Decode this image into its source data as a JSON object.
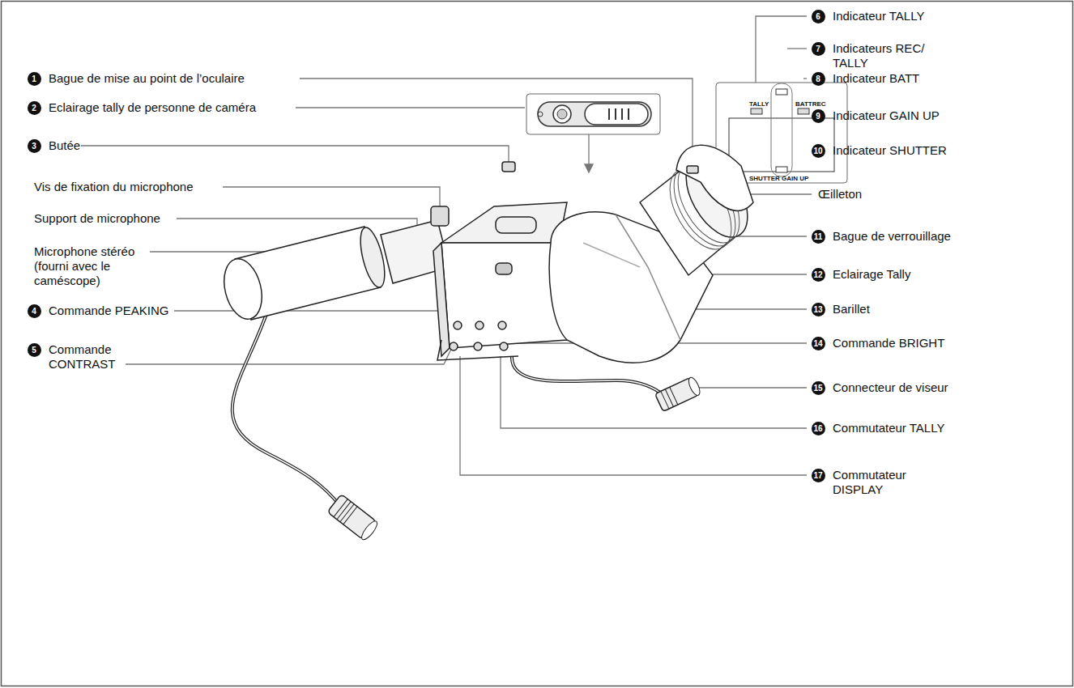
{
  "diagram": {
    "labels": [
      "1",
      "Bague de mise au point de l’oculaire",
      "2",
      "Eclairage tally de personne de caméra",
      "3",
      "Butée",
      "Vis de fixation du microphone",
      "Support de microphone",
      "Microphone stéréo (fourni avec le caméscope)",
      "4",
      "Commande PEAKING",
      "5",
      "Commande CONTRAST",
      "6",
      "Indicateur TALLY",
      "7",
      "Indicateurs REC/ TALLY",
      "8",
      "Indicateur BATT",
      "9",
      "Indicateur GAIN UP",
      "10",
      "Indicateur SHUTTER",
      "Œilleton",
      "11",
      "Bague de verrouillage",
      "12",
      "Eclairage Tally",
      "13",
      "Barillet",
      "14",
      "Commande BRIGHT",
      "15",
      "Connecteur de viseur",
      "16",
      "Commutateur TALLY",
      "17",
      "Commutateur DISPLAY",
      "TALLY",
      "BATTREC",
      "SHUTTER GAIN UP"
    ]
  }
}
